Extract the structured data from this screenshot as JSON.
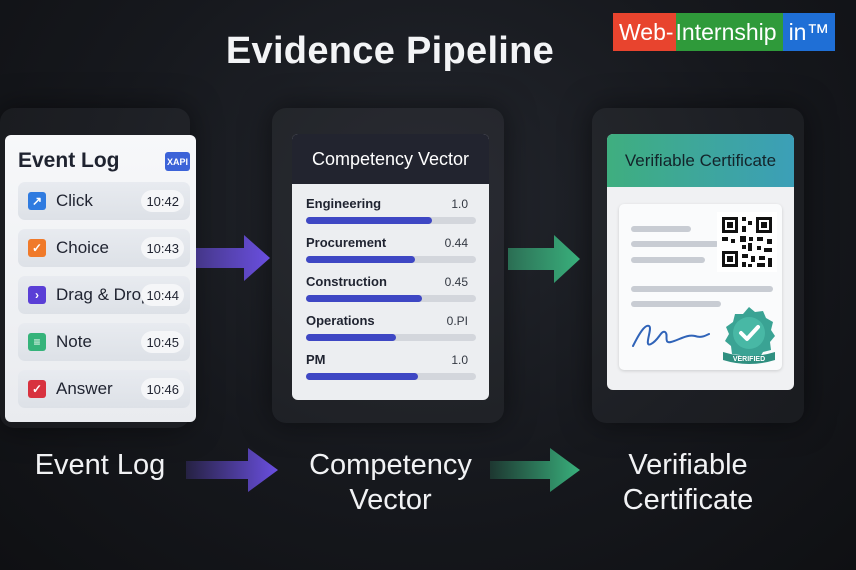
{
  "title": "Evidence Pipeline",
  "brand": {
    "part1": "Web-",
    "part2": "Internship",
    "part3": "in™"
  },
  "event_log": {
    "title": "Event Log",
    "badge": "XAPI",
    "items": [
      {
        "label": "Click",
        "time": "10:42",
        "icon": "arrow-icon",
        "color": "#2f7be0",
        "glyph": "↗"
      },
      {
        "label": "Choice",
        "time": "10:43",
        "icon": "check-icon",
        "color": "#f07a2a",
        "glyph": "✓"
      },
      {
        "label": "Drag & Drop",
        "time": "10:44",
        "icon": "chevron-right-icon",
        "color": "#5a3fd6",
        "glyph": "›"
      },
      {
        "label": "Note",
        "time": "10:45",
        "icon": "note-lines-icon",
        "color": "#35b37a",
        "glyph": "≡"
      },
      {
        "label": "Answer",
        "time": "10:46",
        "icon": "checkbox-icon",
        "color": "#d8323f",
        "glyph": "✓"
      }
    ]
  },
  "competency": {
    "title": "Competency Vector",
    "rows": [
      {
        "name": "Engineering",
        "value": "1.0",
        "level": 0.74
      },
      {
        "name": "Procurement",
        "value": "0.44",
        "level": 0.64
      },
      {
        "name": "Construction",
        "value": "0.45",
        "level": 0.68
      },
      {
        "name": "Operations",
        "value": "0.PI",
        "level": 0.53
      },
      {
        "name": "PM",
        "value": "1.0",
        "level": 0.66
      }
    ]
  },
  "certificate": {
    "title": "Verifiable Certificate",
    "seal": "VERIFIED"
  },
  "labels": {
    "event_log": "Event Log",
    "competency_line1": "Competency",
    "competency_line2": "Vector",
    "certificate_line1": "Verifiable",
    "certificate_line2": "Certificate"
  },
  "colors": {
    "arrow1": "#6a4fe0",
    "arrow2": "#39b07c"
  }
}
